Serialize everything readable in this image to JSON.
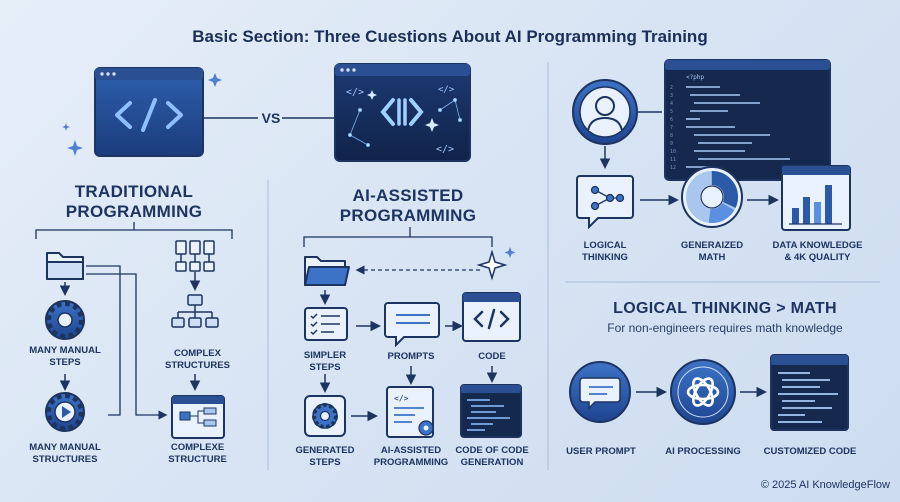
{
  "title": "Basic Section: Three Cuestions About AI Programming Training",
  "vs_label": "VS",
  "traditional": {
    "heading_line1": "TRADITIONAL",
    "heading_line2": "PROGRAMMING",
    "labels": {
      "many_manual_steps": [
        "MANY MANUAL",
        "STEPS"
      ],
      "complex_structures": [
        "COMPLEX",
        "STRUCTURES"
      ],
      "many_manual_structures": [
        "MANY MANUAL",
        "STRUCTURES"
      ],
      "complexe_structure": [
        "COMPLEXE",
        "STRUCTURE"
      ]
    }
  },
  "ai_assisted": {
    "heading_line1": "AI-ASSISTED",
    "heading_line2": "PROGRAMMING",
    "labels": {
      "simpler_steps": [
        "SIMPLER",
        "STEPS"
      ],
      "prompts": "PROMPTS",
      "code": "CODE",
      "generated_steps": [
        "GENERATED",
        "STEPS"
      ],
      "ai_assisted_programming": [
        "AI-ASSISTED",
        "PROGRAMMING"
      ],
      "code_generation": [
        "CODE OF CODE",
        "GENERATION"
      ]
    }
  },
  "right_top": {
    "code_lines": [
      "<?php"
    ],
    "labels": {
      "logical_thinking": [
        "LOGICAL",
        "THINKING"
      ],
      "generalized_math": [
        "GENERAIZED",
        "MATH"
      ],
      "data_knowledge": [
        "DATA KNOWLEDGE",
        "& 4K QUALITY"
      ]
    }
  },
  "right_bottom": {
    "heading": "LOGICAL THINKING > MATH",
    "subheading": "For non-engineers requires math knowledge",
    "labels": {
      "user_prompt": "USER PROMPT",
      "ai_processing": "AI PROCESSING",
      "customized_code": "CUSTOMIZED CODE"
    }
  },
  "footer": "© 2025 AI KnowledgeFlow",
  "colors": {
    "navy": "#1d3460",
    "blue": "#3a6fc4",
    "light_blue": "#a9c6ee",
    "dark_panel": "#15294f",
    "accent": "#5b8fe0"
  }
}
